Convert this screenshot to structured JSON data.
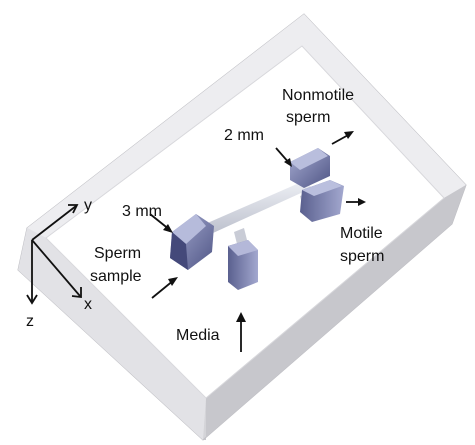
{
  "labels": {
    "nonmotile_line1": "Nonmotile",
    "nonmotile_line2": "sperm",
    "dim_2mm": "2 mm",
    "dim_3mm": "3 mm",
    "sample_line1": "Sperm",
    "sample_line2": "sample",
    "motile_line1": "Motile",
    "motile_line2": "sperm",
    "media": "Media",
    "axis_y": "y",
    "axis_x": "x",
    "axis_z": "z"
  },
  "colors": {
    "chamber_top": "#ffffff",
    "chamber_wall_light": "#e7e7ea",
    "chamber_wall_dark": "#c9c9cd",
    "channel": "#d0d3dc",
    "port_blue_dark": "#4f5585",
    "port_blue_light": "#9aa0c8",
    "text": "#111111"
  }
}
